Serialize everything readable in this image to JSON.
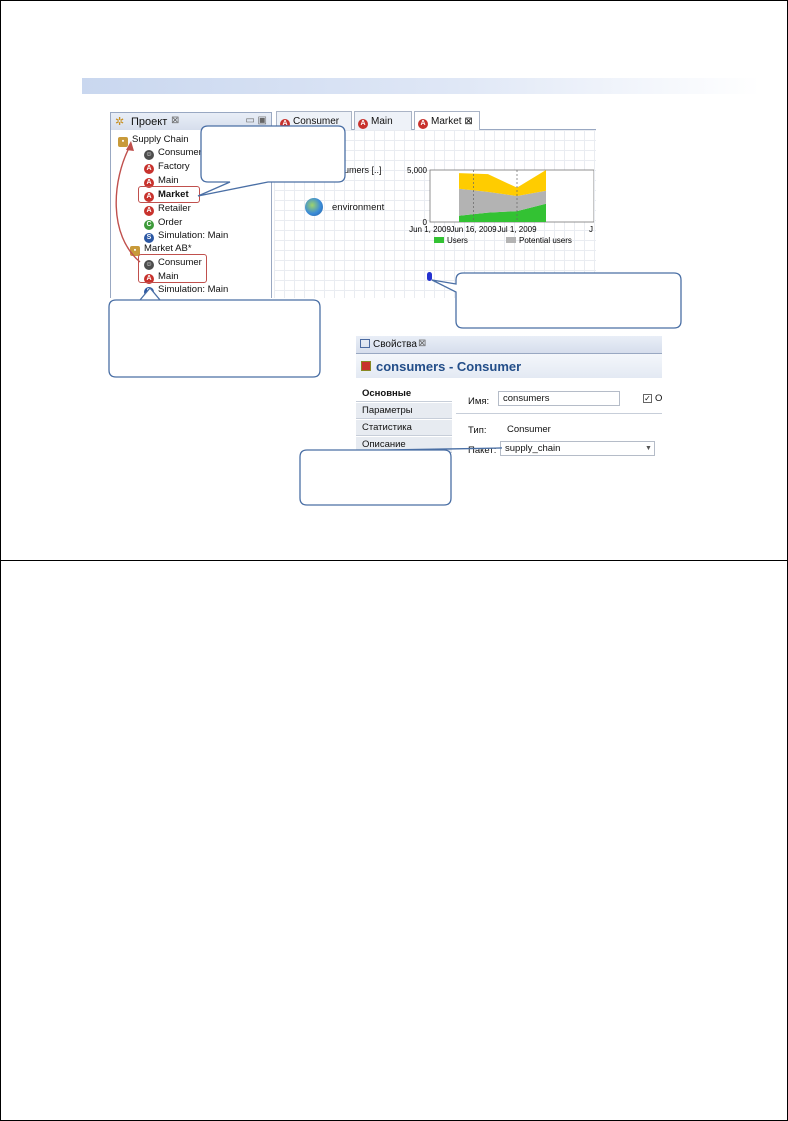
{
  "project_panel": {
    "tab_label": "Проект",
    "tree": [
      {
        "label": "Supply Chain",
        "icon": "model-icon"
      },
      {
        "label": "Consumer",
        "icon": "person-icon"
      },
      {
        "label": "Factory",
        "icon": "agent-icon"
      },
      {
        "label": "Main",
        "icon": "agent-icon"
      },
      {
        "label": "Market",
        "icon": "agent-icon",
        "bold": true
      },
      {
        "label": "Retailer",
        "icon": "agent-icon"
      },
      {
        "label": "Order",
        "icon": "class-icon"
      },
      {
        "label": "Simulation: Main",
        "icon": "experiment-icon"
      },
      {
        "label": "Market AB*",
        "icon": "model-icon"
      },
      {
        "label": "Consumer",
        "icon": "person-icon"
      },
      {
        "label": "Main",
        "icon": "agent-icon"
      },
      {
        "label": "Simulation: Main",
        "icon": "experiment-icon"
      }
    ]
  },
  "editor_tabs": [
    {
      "label": "Consumer"
    },
    {
      "label": "Main"
    },
    {
      "label": "Market",
      "active": true
    }
  ],
  "canvas": {
    "consumers_label": "umers [..]",
    "environment_label": "environment"
  },
  "chart_data": {
    "type": "area",
    "y_ticks": [
      "5,000",
      "0"
    ],
    "x_ticks": [
      "Jun 1, 2009",
      "Jun 16, 2009",
      "Jul 1, 2009",
      "J"
    ],
    "ylim": [
      0,
      5000
    ],
    "series": [
      {
        "name": "Users",
        "color": "#33c233",
        "x": [
          "Jun 11, 2009",
          "Jun 21, 2009",
          "Jul 1, 2009",
          "Jul 11, 2009"
        ],
        "values": [
          600,
          900,
          1050,
          1750
        ]
      },
      {
        "name": "Potential users",
        "color": "#b3b3b3",
        "x": [
          "Jun 11, 2009",
          "Jun 21, 2009",
          "Jul 1, 2009",
          "Jul 11, 2009"
        ],
        "values": [
          2600,
          2000,
          1450,
          1250
        ]
      },
      {
        "color": "#ffcc00",
        "x": [
          "Jun 11, 2009",
          "Jun 21, 2009",
          "Jul 1, 2009",
          "Jul 11, 2009"
        ],
        "values": [
          1500,
          1700,
          800,
          2000
        ]
      }
    ],
    "legend": [
      "Users",
      "Potential users"
    ],
    "legend_position": "bottom"
  },
  "properties_panel": {
    "tab_label": "Свойства",
    "title": "consumers - Consumer",
    "side_tabs": [
      "Основные",
      "Параметры",
      "Статистика",
      "Описание"
    ],
    "name_label": "Имя:",
    "name_value": "consumers",
    "checkbox_label": "О",
    "type_label": "Тип:",
    "type_value": "Consumer",
    "package_label": "Пакет:",
    "package_value": "supply_chain"
  },
  "colors": {
    "accent": "#234e89",
    "highlight": "#c0504d",
    "callout_border": "#4a6fa5"
  }
}
